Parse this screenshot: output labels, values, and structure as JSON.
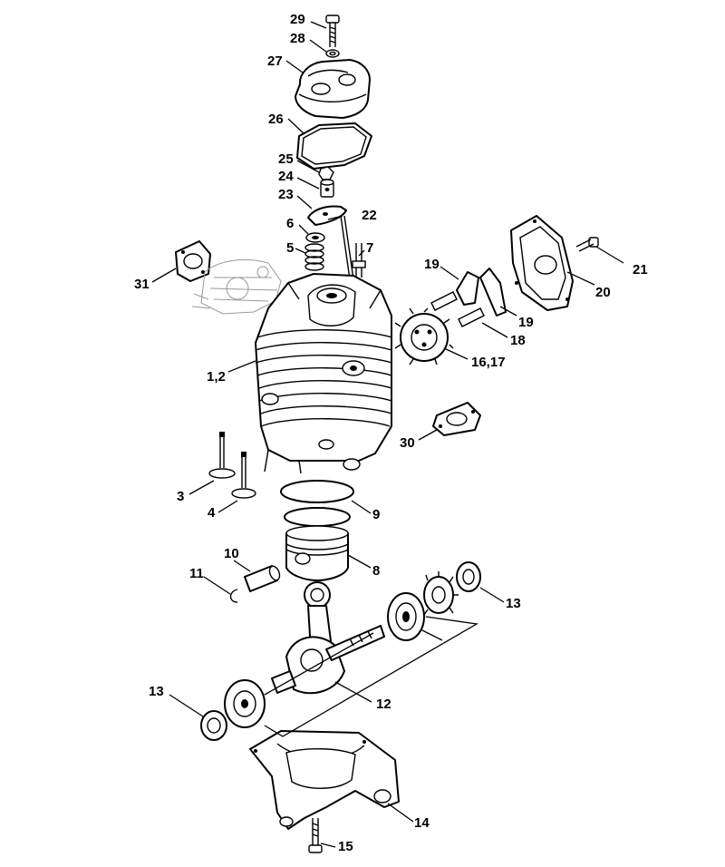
{
  "callouts": [
    {
      "id": "29",
      "text": "29"
    },
    {
      "id": "28",
      "text": "28"
    },
    {
      "id": "27",
      "text": "27"
    },
    {
      "id": "26",
      "text": "26"
    },
    {
      "id": "25",
      "text": "25"
    },
    {
      "id": "24",
      "text": "24"
    },
    {
      "id": "23",
      "text": "23"
    },
    {
      "id": "22",
      "text": "22"
    },
    {
      "id": "6",
      "text": "6"
    },
    {
      "id": "5",
      "text": "5"
    },
    {
      "id": "7",
      "text": "7"
    },
    {
      "id": "31",
      "text": "31"
    },
    {
      "id": "19a",
      "text": "19"
    },
    {
      "id": "19b",
      "text": "19"
    },
    {
      "id": "21",
      "text": "21"
    },
    {
      "id": "20",
      "text": "20"
    },
    {
      "id": "18",
      "text": "18"
    },
    {
      "id": "1617",
      "text": "16,17"
    },
    {
      "id": "12c",
      "text": "1,2"
    },
    {
      "id": "30",
      "text": "30"
    },
    {
      "id": "3",
      "text": "3"
    },
    {
      "id": "4",
      "text": "4"
    },
    {
      "id": "9",
      "text": "9"
    },
    {
      "id": "10",
      "text": "10"
    },
    {
      "id": "8",
      "text": "8"
    },
    {
      "id": "11",
      "text": "11"
    },
    {
      "id": "13a",
      "text": "13"
    },
    {
      "id": "13b",
      "text": "13"
    },
    {
      "id": "12",
      "text": "12"
    },
    {
      "id": "14",
      "text": "14"
    },
    {
      "id": "15",
      "text": "15"
    }
  ]
}
